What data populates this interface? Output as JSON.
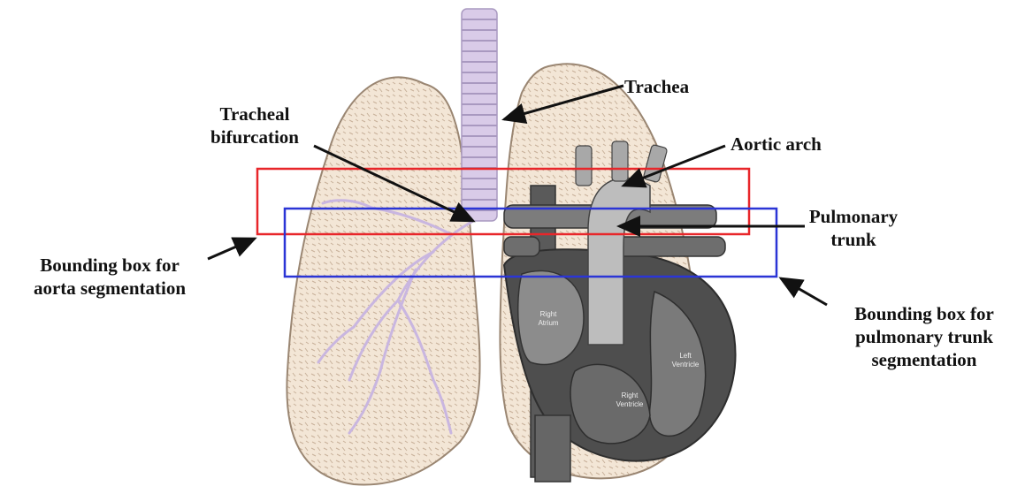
{
  "labels": {
    "trachea": "Trachea",
    "tracheal_bifurcation": [
      "Tracheal",
      "bifurcation"
    ],
    "aortic_arch": "Aortic arch",
    "pulmonary_trunk": [
      "Pulmonary",
      "trunk"
    ],
    "aorta_box": [
      "Bounding box for",
      "aorta segmentation"
    ],
    "pulmonary_box": [
      "Bounding box for",
      "pulmonary trunk",
      "segmentation"
    ]
  },
  "heart_text": {
    "right_atrium": [
      "Right",
      "Atrium"
    ],
    "left_ventricle": [
      "Left",
      "Ventricle"
    ],
    "right_ventricle": [
      "Right",
      "Ventricle"
    ]
  },
  "colors": {
    "aorta_box": "#e8262a",
    "pulmonary_box": "#2b35d6",
    "lung_fill": "#f3e6d6",
    "lung_outline": "#9a8672",
    "bronchi": "#c9b6e0",
    "heart_dark": "#4a4a4a",
    "heart_mid": "#8c8c8c",
    "heart_light": "#c8c8c8"
  }
}
